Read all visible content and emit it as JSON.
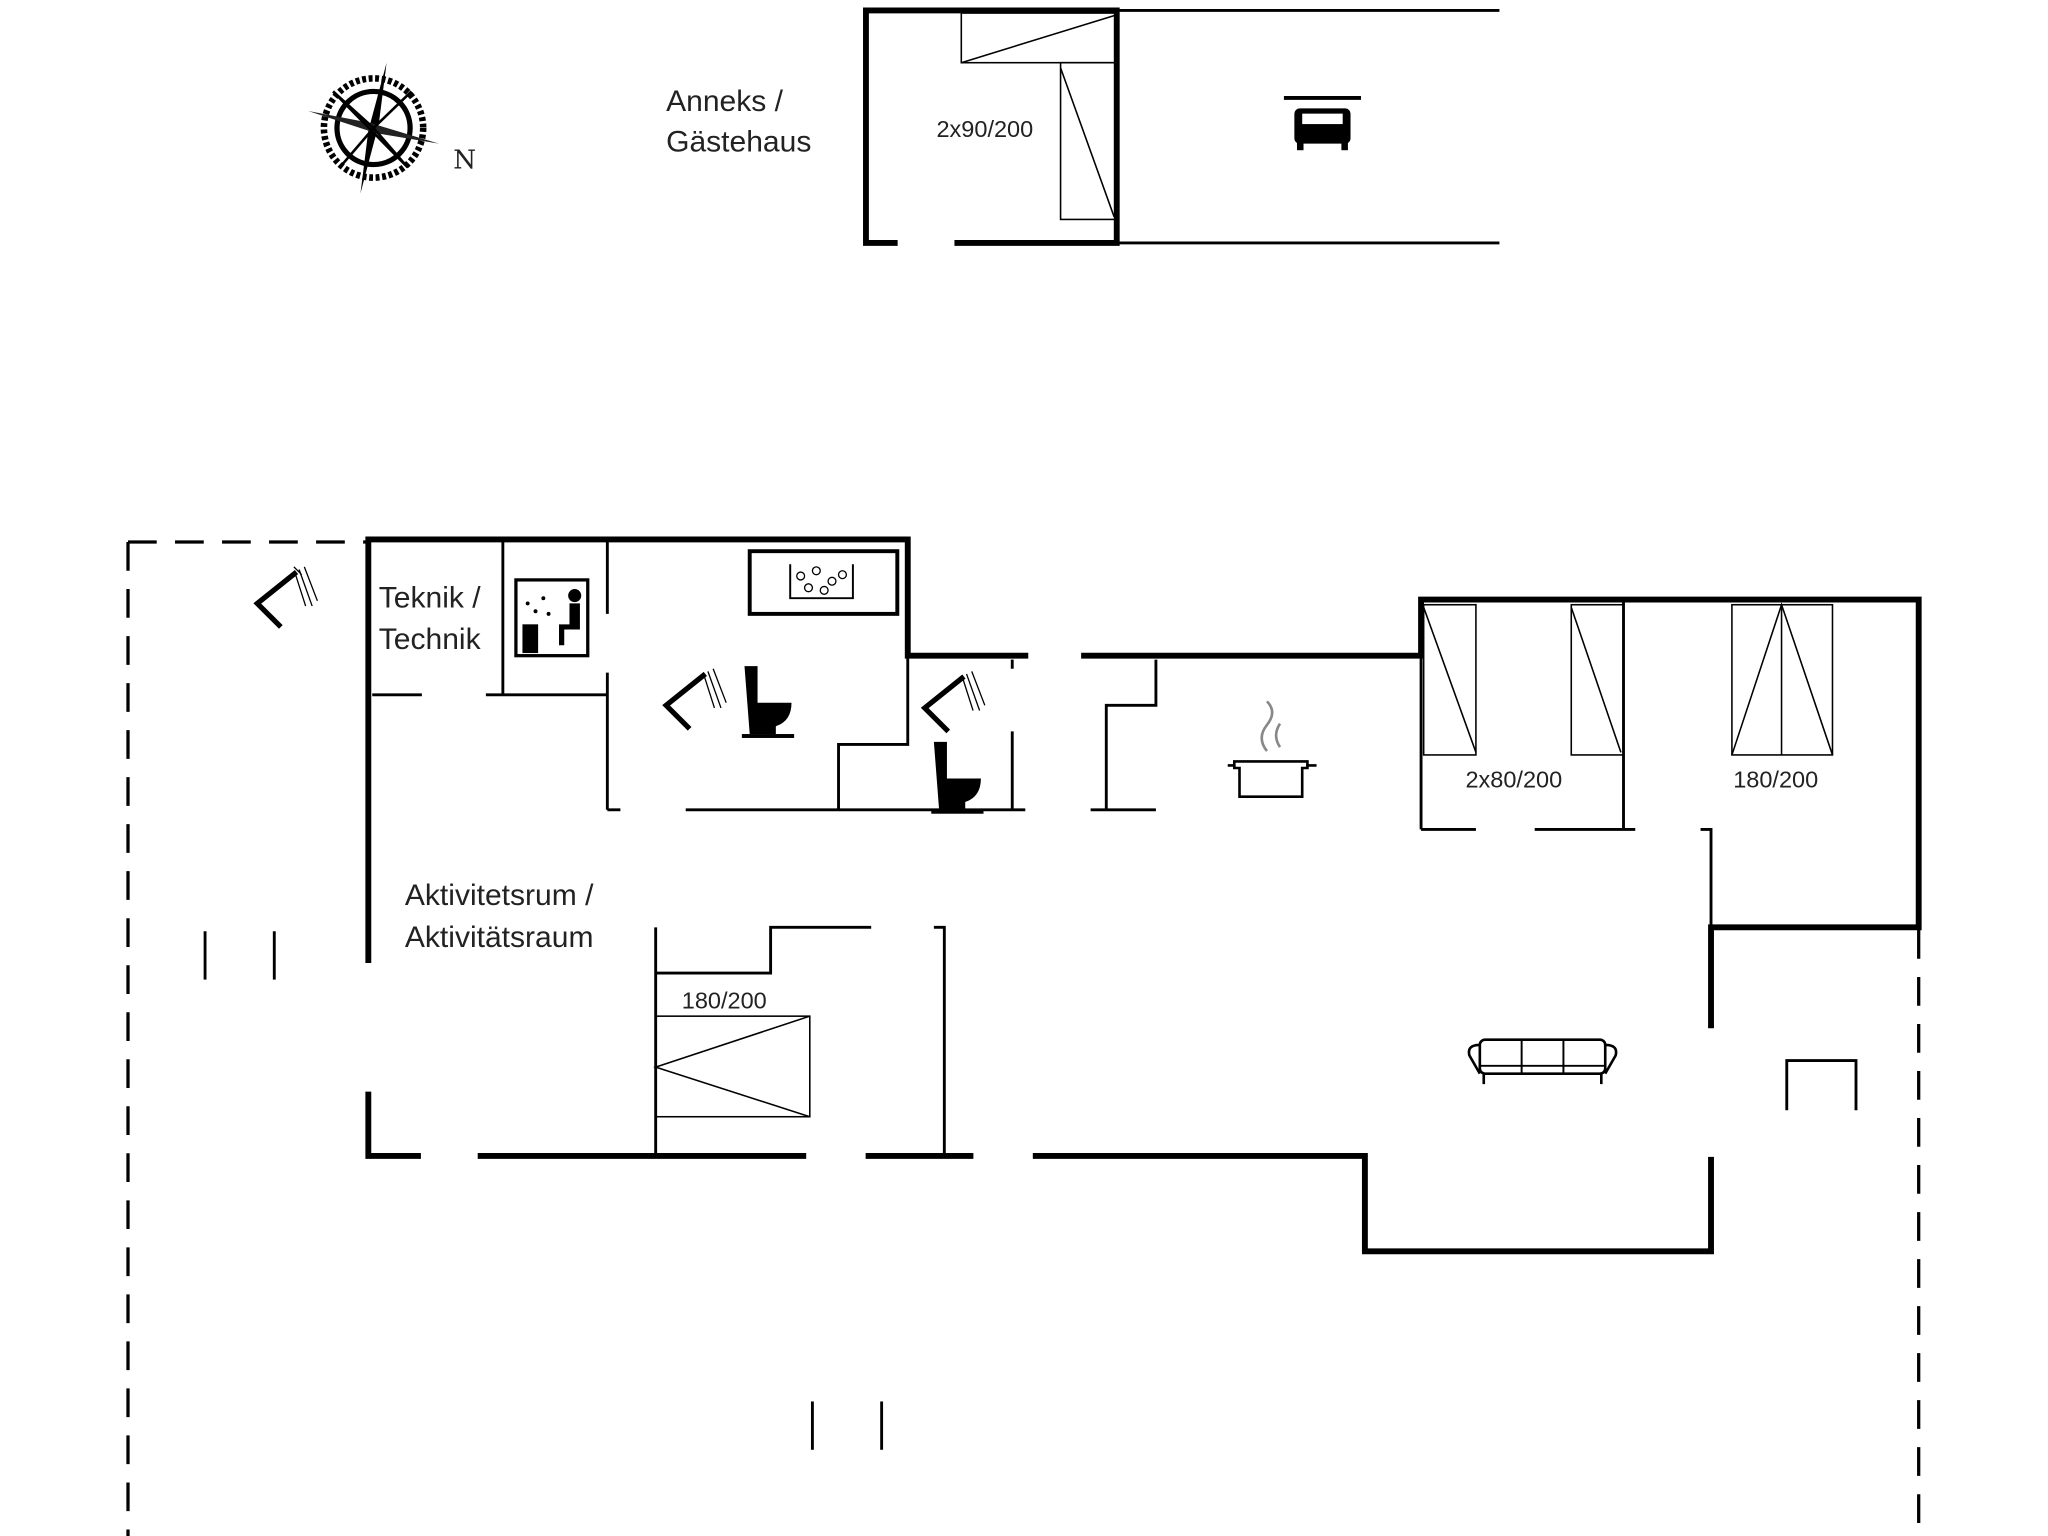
{
  "compass": {
    "north_label": "N",
    "icon": "compass-rose-icon"
  },
  "annex": {
    "label_line1": "Anneks /",
    "label_line2": "Gästehaus",
    "bed_label": "2x90/200",
    "parking_icon": "car-icon"
  },
  "main": {
    "technik": {
      "label_line1": "Teknik /",
      "label_line2": "Technik",
      "icon": "sauna-icon"
    },
    "activity": {
      "label_line1": "Aktivitetsrum /",
      "label_line2": "Aktivitätsraum",
      "bed_label": "180/200"
    },
    "bedroom_1": {
      "bed_label": "2x80/200"
    },
    "bedroom_2": {
      "bed_label": "180/200"
    },
    "icons": [
      "outdoor-shower-icon",
      "shower-icon",
      "toilet-icon",
      "jacuzzi-icon",
      "cooking-pot-icon",
      "sofa-icon"
    ]
  }
}
